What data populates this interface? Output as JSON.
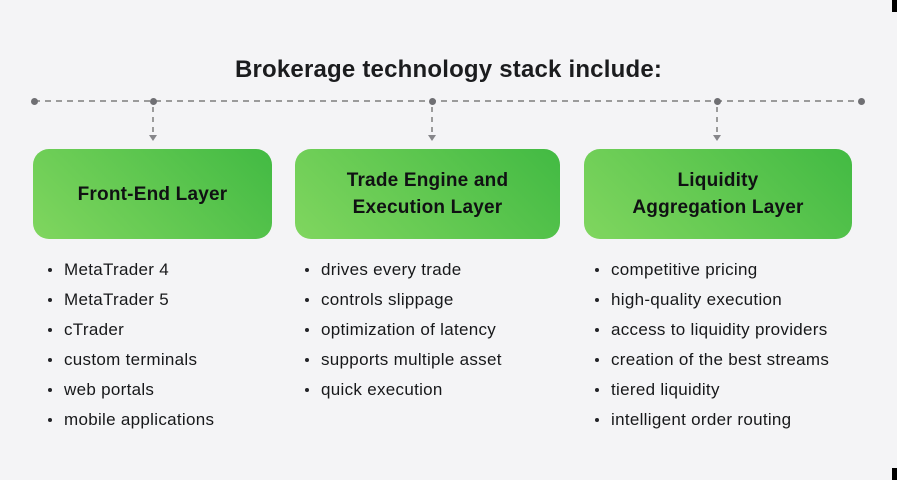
{
  "title": "Brokerage technology stack include:",
  "columns": [
    {
      "title": "Front-End Layer",
      "items": [
        "MetaTrader 4",
        "MetaTrader 5",
        "cTrader",
        "custom terminals",
        "web portals",
        "mobile applications"
      ]
    },
    {
      "title": "Trade Engine and\nExecution Layer",
      "items": [
        "drives every trade",
        "controls slippage",
        "optimization of latency",
        "supports multiple asset",
        "quick execution"
      ]
    },
    {
      "title": "Liquidity\nAggregation Layer",
      "items": [
        "competitive pricing",
        "high-quality execution",
        "access to liquidity providers",
        "creation of the best streams",
        "tiered liquidity",
        "intelligent order routing"
      ]
    }
  ],
  "colors": {
    "background": "#f4f4f6",
    "box_gradient_start": "#80d65f",
    "box_gradient_end": "#42ba43",
    "connector": "#9b9b9b",
    "connector_dot": "#6f6f73",
    "text": "#17181a",
    "title_color": "#1b1c1e"
  }
}
